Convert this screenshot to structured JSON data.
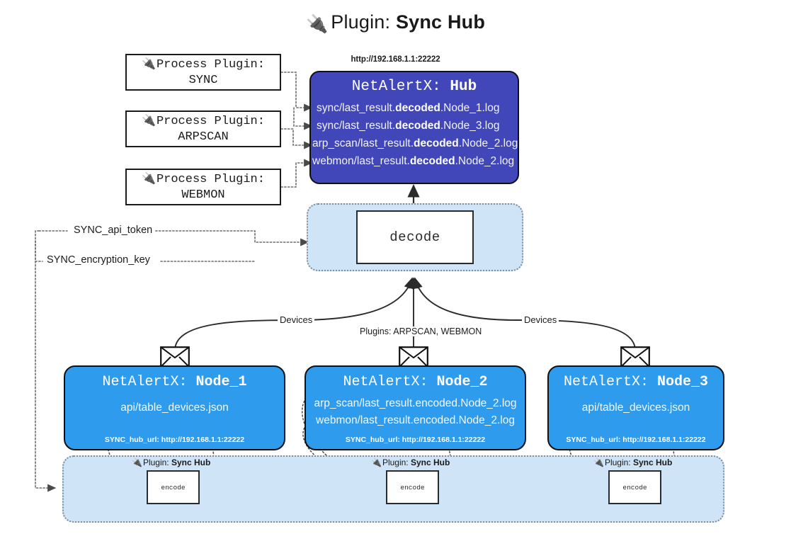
{
  "title": {
    "icon": "plug-icon",
    "prefix": "Plugin:",
    "name": "Sync Hub"
  },
  "process_plugins": [
    {
      "icon": "plug-icon",
      "line1": "Process Plugin:",
      "line2": "SYNC"
    },
    {
      "icon": "plug-icon",
      "line1": "Process Plugin:",
      "line2": "ARPSCAN"
    },
    {
      "icon": "plug-icon",
      "line1": "Process Plugin:",
      "line2": "WEBMON"
    }
  ],
  "hub": {
    "url": "http://192.168.1.1:22222",
    "title_prefix": "NetAlertX:",
    "title_name": "Hub",
    "logs": [
      {
        "pre": "sync/last_result.",
        "mid": "decoded",
        "post": ".Node_1.log"
      },
      {
        "pre": "sync/last_result.",
        "mid": "decoded",
        "post": ".Node_3.log"
      },
      {
        "pre": "arp_scan/last_result.",
        "mid": "decoded",
        "post": ".Node_2.log"
      },
      {
        "pre": "webmon/last_result.",
        "mid": "decoded",
        "post": ".Node_2.log"
      }
    ]
  },
  "decode": {
    "label": "decode"
  },
  "secrets": [
    {
      "label": "SYNC_api_token"
    },
    {
      "label": "SYNC_encryption_key"
    }
  ],
  "edge_labels": {
    "devices_left": "Devices",
    "devices_right": "Devices",
    "plugins_center": "Plugins: ARPSCAN, WEBMON"
  },
  "nodes": [
    {
      "title_prefix": "NetAlertX:",
      "title_name": "Node_1",
      "lines": [
        "api/table_devices.json"
      ],
      "footer_key": "SYNC_hub_url:",
      "footer_value": "http://192.168.1.1:22222",
      "mail_icon": "envelope-icon"
    },
    {
      "title_prefix": "NetAlertX:",
      "title_name": "Node_2",
      "lines": [
        "arp_scan/last_result.encoded.Node_2.log",
        "webmon/last_result.encoded.Node_2.log"
      ],
      "footer_key": "SYNC_hub_url:",
      "footer_value": "http://192.168.1.1:22222",
      "mail_icon": "envelope-icon"
    },
    {
      "title_prefix": "NetAlertX:",
      "title_name": "Node_3",
      "lines": [
        "api/table_devices.json"
      ],
      "footer_key": "SYNC_hub_url:",
      "footer_value": "http://192.168.1.1:22222",
      "mail_icon": "envelope-icon"
    }
  ],
  "encoders": [
    {
      "caption_prefix": "Plugin:",
      "caption_name": "Sync Hub",
      "label": "encode",
      "icon": "plug-icon"
    },
    {
      "caption_prefix": "Plugin:",
      "caption_name": "Sync Hub",
      "label": "encode",
      "icon": "plug-icon"
    },
    {
      "caption_prefix": "Plugin:",
      "caption_name": "Sync Hub",
      "label": "encode",
      "icon": "plug-icon"
    }
  ],
  "colors": {
    "hub_fill": "#4147b8",
    "node_fill": "#2f9bed",
    "band_fill": "#cfe4f7",
    "stroke": "#1b1b1b"
  }
}
